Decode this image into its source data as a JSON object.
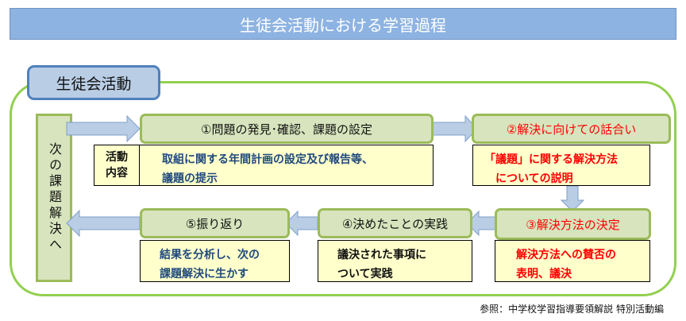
{
  "title": "生徒会活動における学習過程",
  "section_label": "生徒会活動",
  "left_box": "次の課題解決へ",
  "activity_cell": "活動内容",
  "steps": [
    {
      "heading": "①問題の発見･確認、課題の設定",
      "lines": [
        "取組に関する年間計画の設定及び報告等、",
        "議題の提示"
      ]
    },
    {
      "heading": "②解決に向けての話合い",
      "lines": [
        "「議題」に関する解決方法",
        "　についての説明"
      ]
    },
    {
      "heading": "③解決方法の決定",
      "lines": [
        "解決方法への賛否の",
        "表明、議決"
      ]
    },
    {
      "heading": "④決めたことの実践",
      "lines": [
        "議決された事項に",
        "ついて実践"
      ]
    },
    {
      "heading": "⑤振り返り",
      "lines": [
        "結果を分析し、次の",
        "課題解決に生かす"
      ]
    }
  ],
  "footer": "参照：中学校学習指導要領解説 特別活動編",
  "colors": {
    "title_bg": "#8db3e2",
    "frame": "#92d050",
    "header_fill": "#d7e4bd",
    "header_border": "#9bbb59",
    "detail_fill": "#ffffcc",
    "arrow_fill": "#b9cde5",
    "arrow_stroke": "#7f9fc8",
    "red": "#ff0000",
    "blue": "#1f497d"
  }
}
